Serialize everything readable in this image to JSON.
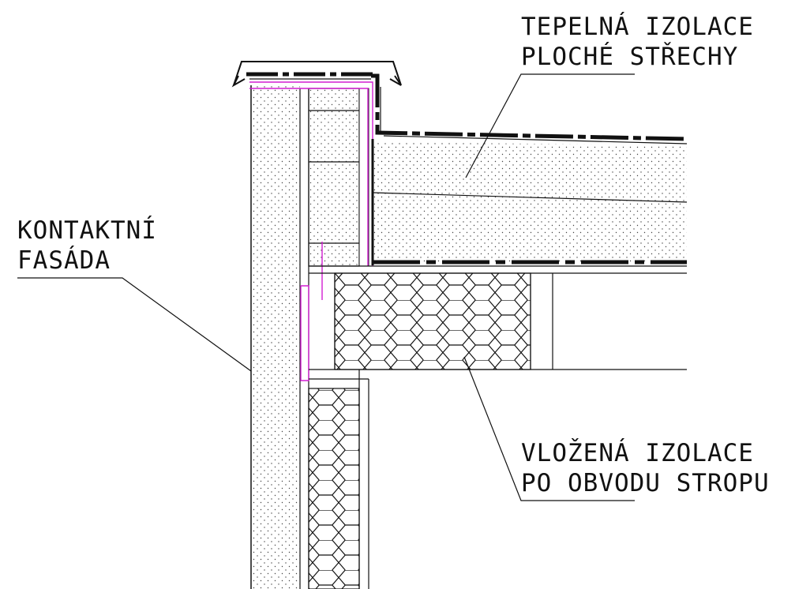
{
  "labels": {
    "flat_roof_insulation": {
      "line1": "TEPELNÁ IZOLACE",
      "line2": "PLOCHÉ STŘECHY"
    },
    "contact_facade": {
      "line1": "KONTAKTNÍ",
      "line2": "FASÁDA"
    },
    "ceiling_perimeter_insulation": {
      "line1": "VLOŽENÁ IZOLACE",
      "line2": "PO OBVODU STROPU"
    }
  },
  "colors": {
    "line": "#111111",
    "accent_magenta": "#d21fd2",
    "background": "#ffffff"
  }
}
